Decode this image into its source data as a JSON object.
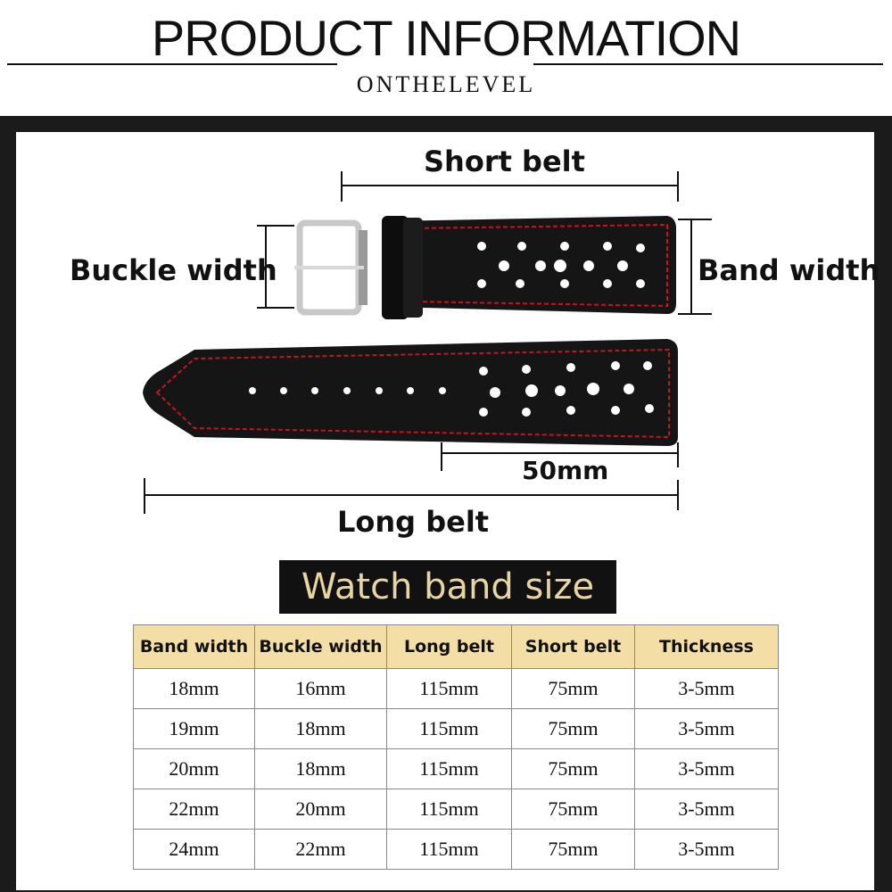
{
  "header": {
    "title": "PRODUCT INFORMATION",
    "brand": "ONTHELEVEL"
  },
  "diagram": {
    "labels": {
      "short_belt": "Short belt",
      "buckle_width": "Buckle width",
      "band_width": "Band width",
      "fifty_mm": "50mm",
      "long_belt": "Long belt"
    },
    "colors": {
      "leather": "#141414",
      "stitching": "#c0181c",
      "buckle": "#c8c8c8"
    }
  },
  "banner": {
    "title": "Watch band size"
  },
  "size_table": {
    "headers": [
      "Band width",
      "Buckle width",
      "Long belt",
      "Short belt",
      "Thickness"
    ],
    "rows": [
      [
        "18mm",
        "16mm",
        "115mm",
        "75mm",
        "3-5mm"
      ],
      [
        "19mm",
        "18mm",
        "115mm",
        "75mm",
        "3-5mm"
      ],
      [
        "20mm",
        "18mm",
        "115mm",
        "75mm",
        "3-5mm"
      ],
      [
        "22mm",
        "20mm",
        "115mm",
        "75mm",
        "3-5mm"
      ],
      [
        "24mm",
        "22mm",
        "115mm",
        "75mm",
        "3-5mm"
      ]
    ],
    "header_color": "#f3dfa6"
  }
}
